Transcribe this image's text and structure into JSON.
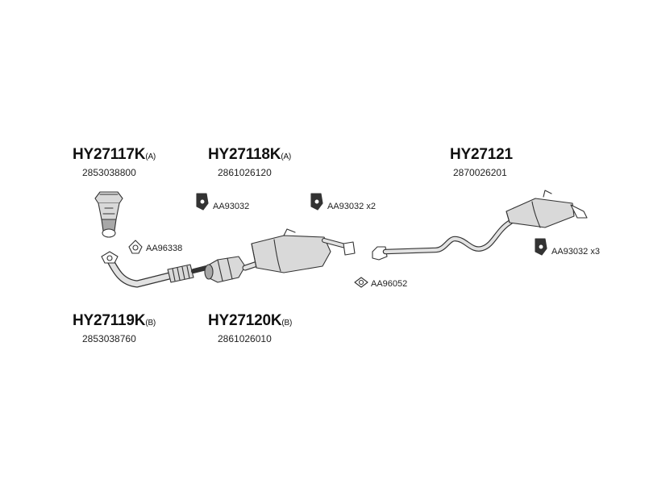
{
  "parts": [
    {
      "code": "HY27117K",
      "suffix": "(A)",
      "ref": "2853038800"
    },
    {
      "code": "HY27118K",
      "suffix": "(A)",
      "ref": "2861026120"
    },
    {
      "code": "HY27121",
      "suffix": "",
      "ref": "2870026201"
    },
    {
      "code": "HY27119K",
      "suffix": "(B)",
      "ref": "2853038760"
    },
    {
      "code": "HY27120K",
      "suffix": "(B)",
      "ref": "2861026010"
    }
  ],
  "accessories": [
    {
      "code": "AA93032",
      "qty": ""
    },
    {
      "code": "AA93032",
      "qty": "x2"
    },
    {
      "code": "AA93032",
      "qty": "x3"
    },
    {
      "code": "AA96338",
      "qty": ""
    },
    {
      "code": "AA96052",
      "qty": ""
    }
  ],
  "colors": {
    "line": "#333333",
    "fill": "#d9d9d9",
    "shade": "#a8a8a8"
  }
}
